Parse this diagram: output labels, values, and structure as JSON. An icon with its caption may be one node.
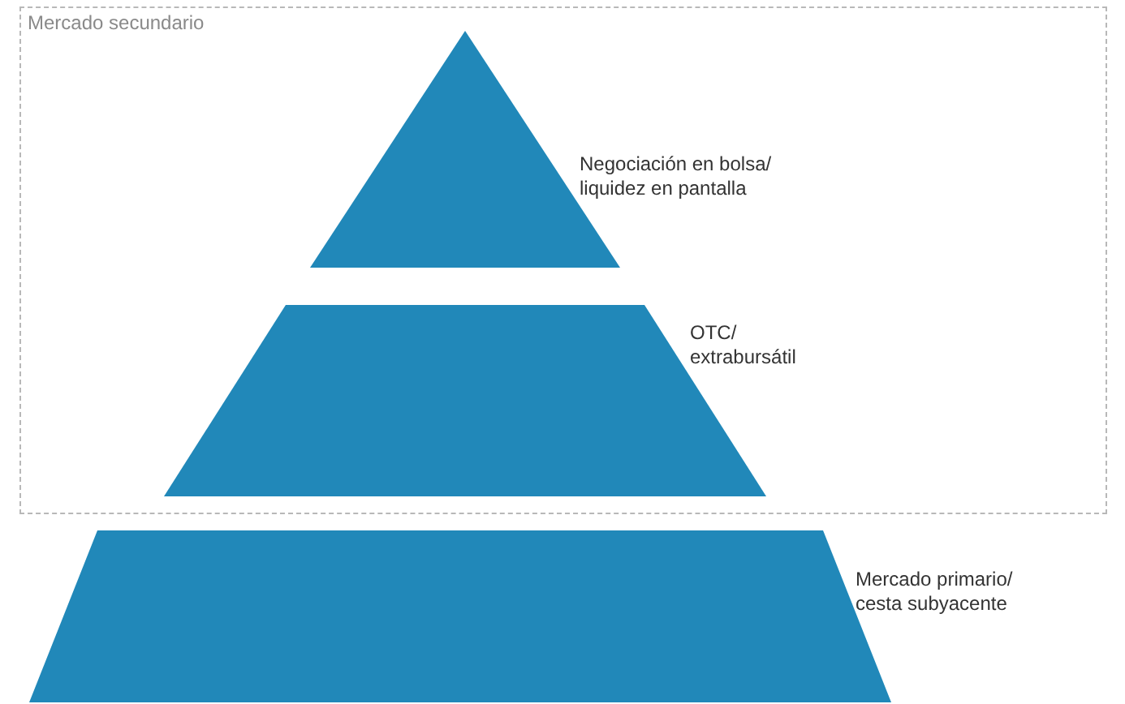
{
  "diagram": {
    "nodes": [
      {
        "text": [
          "Mercado secundario"
        ]
      },
      {
        "text": [],
        "shape": "triangle",
        "in": 0,
        "beside": [
          "Negociación en bolsa/ liquidez en pantalla"
        ]
      },
      {
        "text": [],
        "shape": "trapezoid",
        "in": 0,
        "beside": [
          "OTC/ extrabursátil"
        ]
      },
      {
        "text": [],
        "shape": "trapezoid",
        "beside": [
          "Mercado primario/ cesta subyacente"
        ]
      }
    ]
  }
}
